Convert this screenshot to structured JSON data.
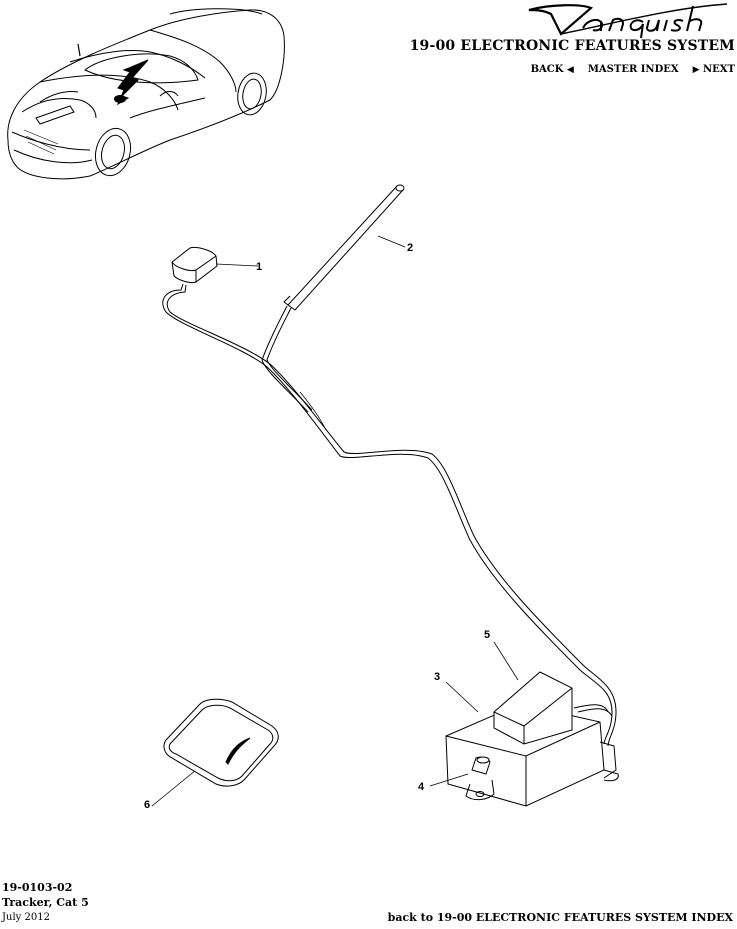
{
  "header": {
    "logo_text": "Vanquish",
    "section_title": "19-00 ELECTRONIC FEATURES SYSTEM",
    "nav": {
      "back": "BACK",
      "master_index": "MASTER INDEX",
      "next": "NEXT"
    }
  },
  "diagram": {
    "callouts": [
      "1",
      "2",
      "3",
      "4",
      "5",
      "6"
    ]
  },
  "footer": {
    "code": "19-0103-02",
    "name": "Tracker, Cat 5",
    "date": "July 2012",
    "back_link": "back to 19-00 ELECTRONIC FEATURES SYSTEM INDEX"
  }
}
